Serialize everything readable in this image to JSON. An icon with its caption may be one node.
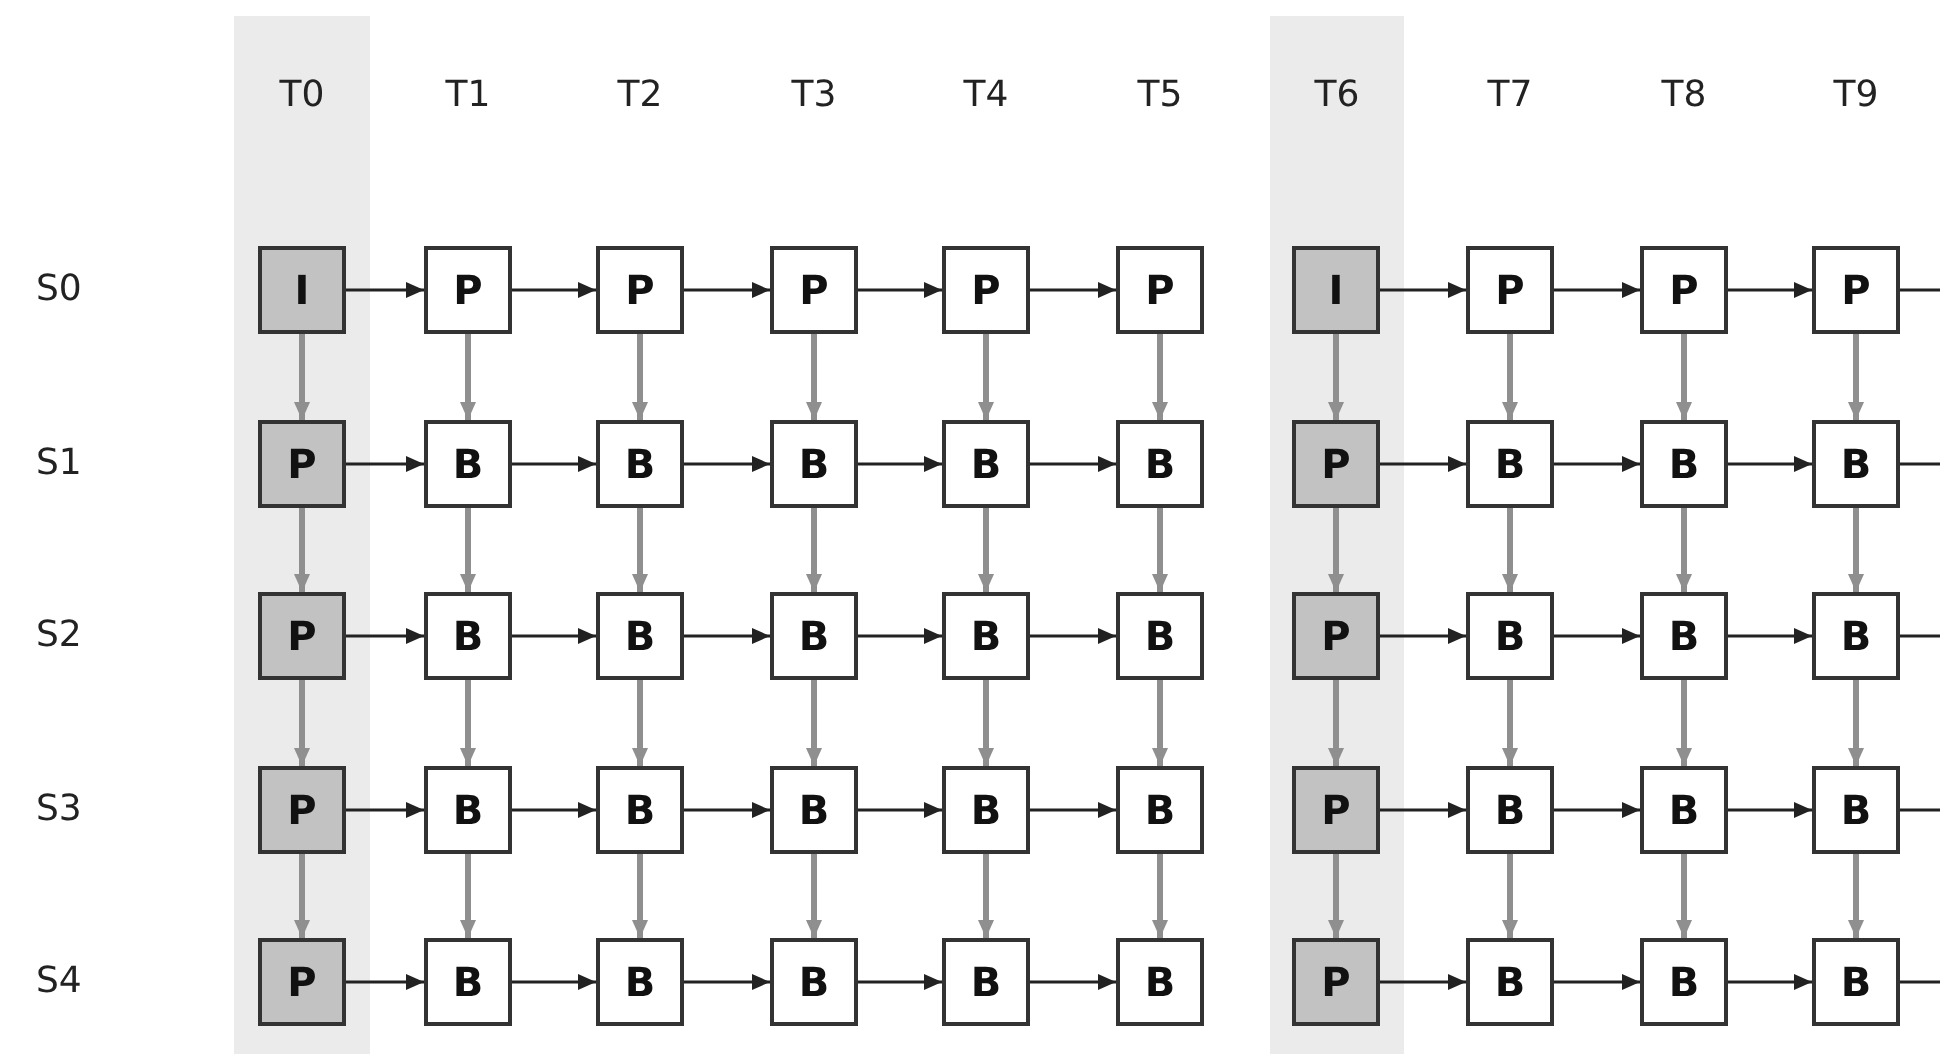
{
  "diagram": {
    "nodes": [
      {
        "text": [
          "T0"
        ]
      },
      {
        "text": [
          "T6"
        ]
      },
      {
        "text": [
          "I"
        ],
        "in": 0
      },
      {
        "text": [
          "P"
        ]
      },
      {
        "text": [
          "P"
        ]
      },
      {
        "text": [
          "P"
        ]
      },
      {
        "text": [
          "P"
        ]
      },
      {
        "text": [
          "P"
        ]
      },
      {
        "text": [
          "I"
        ],
        "in": 1
      },
      {
        "text": [
          "P"
        ]
      },
      {
        "text": [
          "P"
        ]
      },
      {
        "text": [
          "P"
        ]
      },
      {
        "text": [
          "P"
        ],
        "in": 0
      },
      {
        "text": [
          "B"
        ]
      },
      {
        "text": [
          "B"
        ]
      },
      {
        "text": [
          "B"
        ]
      },
      {
        "text": [
          "B"
        ]
      },
      {
        "text": [
          "B"
        ]
      },
      {
        "text": [
          "P"
        ],
        "in": 1
      },
      {
        "text": [
          "B"
        ]
      },
      {
        "text": [
          "B"
        ]
      },
      {
        "text": [
          "B"
        ]
      },
      {
        "text": [
          "P"
        ],
        "in": 0
      },
      {
        "text": [
          "B"
        ]
      },
      {
        "text": [
          "B"
        ]
      },
      {
        "text": [
          "B"
        ]
      },
      {
        "text": [
          "B"
        ]
      },
      {
        "text": [
          "B"
        ]
      },
      {
        "text": [
          "P"
        ],
        "in": 1
      },
      {
        "text": [
          "B"
        ]
      },
      {
        "text": [
          "B"
        ]
      },
      {
        "text": [
          "B"
        ]
      },
      {
        "text": [
          "P"
        ],
        "in": 0
      },
      {
        "text": [
          "B"
        ]
      },
      {
        "text": [
          "B"
        ]
      },
      {
        "text": [
          "B"
        ]
      },
      {
        "text": [
          "B"
        ]
      },
      {
        "text": [
          "B"
        ]
      },
      {
        "text": [
          "P"
        ],
        "in": 1
      },
      {
        "text": [
          "B"
        ]
      },
      {
        "text": [
          "B"
        ]
      },
      {
        "text": [
          "B"
        ]
      },
      {
        "text": [
          "P"
        ],
        "in": 0
      },
      {
        "text": [
          "B"
        ]
      },
      {
        "text": [
          "B"
        ]
      },
      {
        "text": [
          "B"
        ]
      },
      {
        "text": [
          "B"
        ]
      },
      {
        "text": [
          "B"
        ]
      },
      {
        "text": [
          "P"
        ],
        "in": 1
      },
      {
        "text": [
          "B"
        ]
      },
      {
        "text": [
          "B"
        ]
      },
      {
        "text": [
          "B"
        ]
      }
    ],
    "edges": [
      {
        "from": 2,
        "to": 3,
        "arrow": "to"
      },
      {
        "from": 3,
        "to": 4,
        "arrow": "to"
      },
      {
        "from": 4,
        "to": 5,
        "arrow": "to"
      },
      {
        "from": 5,
        "to": 6,
        "arrow": "to"
      },
      {
        "from": 6,
        "to": 7,
        "arrow": "to"
      },
      {
        "from": 8,
        "to": 9,
        "arrow": "to"
      },
      {
        "from": 9,
        "to": 10,
        "arrow": "to"
      },
      {
        "from": 10,
        "to": 11,
        "arrow": "to"
      },
      {
        "from": 11,
        "to": null,
        "arrow": "none"
      },
      {
        "from": 12,
        "to": 13,
        "arrow": "to"
      },
      {
        "from": 13,
        "to": 14,
        "arrow": "to"
      },
      {
        "from": 14,
        "to": 15,
        "arrow": "to"
      },
      {
        "from": 15,
        "to": 16,
        "arrow": "to"
      },
      {
        "from": 16,
        "to": 17,
        "arrow": "to"
      },
      {
        "from": 18,
        "to": 19,
        "arrow": "to"
      },
      {
        "from": 19,
        "to": 20,
        "arrow": "to"
      },
      {
        "from": 20,
        "to": 21,
        "arrow": "to"
      },
      {
        "from": 21,
        "to": null,
        "arrow": "none"
      },
      {
        "from": 22,
        "to": 23,
        "arrow": "to"
      },
      {
        "from": 23,
        "to": 24,
        "arrow": "to"
      },
      {
        "from": 24,
        "to": 25,
        "arrow": "to"
      },
      {
        "from": 25,
        "to": 26,
        "arrow": "to"
      },
      {
        "from": 26,
        "to": 27,
        "arrow": "to"
      },
      {
        "from": 28,
        "to": 29,
        "arrow": "to"
      },
      {
        "from": 29,
        "to": 30,
        "arrow": "to"
      },
      {
        "from": 30,
        "to": 31,
        "arrow": "to"
      },
      {
        "from": 31,
        "to": null,
        "arrow": "none"
      },
      {
        "from": 32,
        "to": 33,
        "arrow": "to"
      },
      {
        "from": 33,
        "to": 34,
        "arrow": "to"
      },
      {
        "from": 34,
        "to": 35,
        "arrow": "to"
      },
      {
        "from": 35,
        "to": 36,
        "arrow": "to"
      },
      {
        "from": 36,
        "to": 37,
        "arrow": "to"
      },
      {
        "from": 38,
        "to": 39,
        "arrow": "to"
      },
      {
        "from": 39,
        "to": 40,
        "arrow": "to"
      },
      {
        "from": 40,
        "to": 41,
        "arrow": "to"
      },
      {
        "from": 41,
        "to": null,
        "arrow": "none"
      },
      {
        "from": 42,
        "to": 43,
        "arrow": "to"
      },
      {
        "from": 43,
        "to": 44,
        "arrow": "to"
      },
      {
        "from": 44,
        "to": 45,
        "arrow": "to"
      },
      {
        "from": 45,
        "to": 46,
        "arrow": "to"
      },
      {
        "from": 46,
        "to": 47,
        "arrow": "to"
      },
      {
        "from": 48,
        "to": 49,
        "arrow": "to"
      },
      {
        "from": 49,
        "to": 50,
        "arrow": "to"
      },
      {
        "from": 50,
        "to": 51,
        "arrow": "to"
      },
      {
        "from": 51,
        "to": null,
        "arrow": "none"
      },
      {
        "from": 2,
        "to": 12,
        "arrow": "to",
        "color": "#8f8f8f"
      },
      {
        "from": 12,
        "to": 22,
        "arrow": "to",
        "color": "#8f8f8f"
      },
      {
        "from": 22,
        "to": 32,
        "arrow": "to",
        "color": "#8f8f8f"
      },
      {
        "from": 32,
        "to": 42,
        "arrow": "to",
        "color": "#8f8f8f"
      },
      {
        "from": 3,
        "to": 13,
        "arrow": "to",
        "color": "#8f8f8f"
      },
      {
        "from": 13,
        "to": 23,
        "arrow": "to",
        "color": "#8f8f8f"
      },
      {
        "from": 23,
        "to": 33,
        "arrow": "to",
        "color": "#8f8f8f"
      },
      {
        "from": 33,
        "to": 43,
        "arrow": "to",
        "color": "#8f8f8f"
      },
      {
        "from": 4,
        "to": 14,
        "arrow": "to",
        "color": "#8f8f8f"
      },
      {
        "from": 14,
        "to": 24,
        "arrow": "to",
        "color": "#8f8f8f"
      },
      {
        "from": 24,
        "to": 34,
        "arrow": "to",
        "color": "#8f8f8f"
      },
      {
        "from": 34,
        "to": 44,
        "arrow": "to",
        "color": "#8f8f8f"
      },
      {
        "from": 5,
        "to": 15,
        "arrow": "to",
        "color": "#8f8f8f"
      },
      {
        "from": 15,
        "to": 25,
        "arrow": "to",
        "color": "#8f8f8f"
      },
      {
        "from": 25,
        "to": 35,
        "arrow": "to",
        "color": "#8f8f8f"
      },
      {
        "from": 35,
        "to": 45,
        "arrow": "to",
        "color": "#8f8f8f"
      },
      {
        "from": 6,
        "to": 16,
        "arrow": "to",
        "color": "#8f8f8f"
      },
      {
        "from": 16,
        "to": 26,
        "arrow": "to",
        "color": "#8f8f8f"
      },
      {
        "from": 26,
        "to": 36,
        "arrow": "to",
        "color": "#8f8f8f"
      },
      {
        "from": 36,
        "to": 46,
        "arrow": "to",
        "color": "#8f8f8f"
      },
      {
        "from": 7,
        "to": 17,
        "arrow": "to",
        "color": "#8f8f8f"
      },
      {
        "from": 17,
        "to": 27,
        "arrow": "to",
        "color": "#8f8f8f"
      },
      {
        "from": 27,
        "to": 37,
        "arrow": "to",
        "color": "#8f8f8f"
      },
      {
        "from": 37,
        "to": 47,
        "arrow": "to",
        "color": "#8f8f8f"
      },
      {
        "from": 8,
        "to": 18,
        "arrow": "to",
        "color": "#8f8f8f"
      },
      {
        "from": 18,
        "to": 28,
        "arrow": "to",
        "color": "#8f8f8f"
      },
      {
        "from": 28,
        "to": 38,
        "arrow": "to",
        "color": "#8f8f8f"
      },
      {
        "from": 38,
        "to": 48,
        "arrow": "to",
        "color": "#8f8f8f"
      },
      {
        "from": 9,
        "to": 19,
        "arrow": "to",
        "color": "#8f8f8f"
      },
      {
        "from": 19,
        "to": 29,
        "arrow": "to",
        "color": "#8f8f8f"
      },
      {
        "from": 29,
        "to": 39,
        "arrow": "to",
        "color": "#8f8f8f"
      },
      {
        "from": 39,
        "to": 49,
        "arrow": "to",
        "color": "#8f8f8f"
      },
      {
        "from": 10,
        "to": 20,
        "arrow": "to",
        "color": "#8f8f8f"
      },
      {
        "from": 20,
        "to": 30,
        "arrow": "to",
        "color": "#8f8f8f"
      },
      {
        "from": 30,
        "to": 40,
        "arrow": "to",
        "color": "#8f8f8f"
      },
      {
        "from": 40,
        "to": 50,
        "arrow": "to",
        "color": "#8f8f8f"
      },
      {
        "from": 11,
        "to": 21,
        "arrow": "to",
        "color": "#8f8f8f"
      },
      {
        "from": 21,
        "to": 31,
        "arrow": "to",
        "color": "#8f8f8f"
      },
      {
        "from": 31,
        "to": 41,
        "arrow": "to",
        "color": "#8f8f8f"
      },
      {
        "from": 41,
        "to": 51,
        "arrow": "to",
        "color": "#8f8f8f"
      }
    ],
    "labels": [
      "T1",
      "T2",
      "T3",
      "T4",
      "T5",
      "T7",
      "T8",
      "T9",
      "S0",
      "S1",
      "S2",
      "S3",
      "S4"
    ]
  }
}
